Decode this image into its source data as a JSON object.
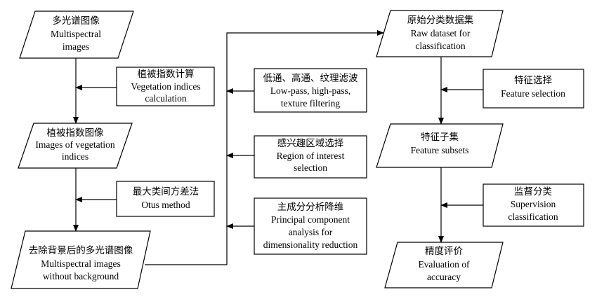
{
  "nodes": {
    "multispectral": {
      "lines": [
        "多光谱图像",
        "Multispectral",
        "images"
      ]
    },
    "vegetation_calc": {
      "lines": [
        "植被指数计算",
        "Vegetation indices",
        "calculation"
      ]
    },
    "vegetation_images": {
      "lines": [
        "植被指数图像",
        "Images of vegetation",
        "indices"
      ]
    },
    "otsu": {
      "lines": [
        "最大类间方差法",
        "Otus method"
      ]
    },
    "no_background": {
      "lines": [
        "去除背景后的多光谱图像",
        "Multispectral images",
        "without background"
      ]
    },
    "filtering": {
      "lines": [
        "低通、高通、纹理滤波",
        "Low-pass, high-pass,",
        "texture filtering"
      ]
    },
    "roi": {
      "lines": [
        "感兴趣区域选择",
        "Region of interest",
        "selection"
      ]
    },
    "pca": {
      "lines": [
        "主成分分析降维",
        "Principal component",
        "analysis for",
        "dimensionality reduction"
      ]
    },
    "raw_dataset": {
      "lines": [
        "原始分类数据集",
        "Raw dataset for",
        "classification"
      ]
    },
    "feature_selection": {
      "lines": [
        "特征选择",
        "Feature selection"
      ]
    },
    "feature_subsets": {
      "lines": [
        "特征子集",
        "Feature subsets"
      ]
    },
    "supervision": {
      "lines": [
        "监督分类",
        "Supervision",
        "classification"
      ]
    },
    "evaluation": {
      "lines": [
        "精度评价",
        "Evaluation of",
        "accuracy"
      ]
    }
  }
}
